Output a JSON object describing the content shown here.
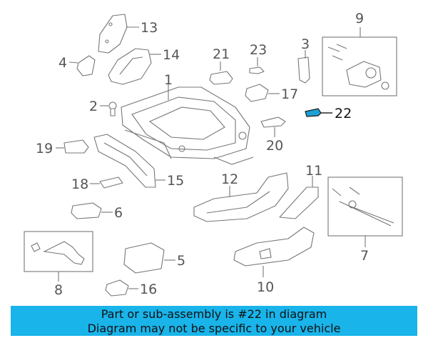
{
  "callouts": {
    "c1": "1",
    "c2": "2",
    "c3": "3",
    "c4": "4",
    "c5": "5",
    "c6": "6",
    "c7": "7",
    "c8": "8",
    "c9": "9",
    "c10": "10",
    "c11": "11",
    "c12": "12",
    "c13": "13",
    "c14": "14",
    "c15": "15",
    "c16": "16",
    "c17": "17",
    "c18": "18",
    "c19": "19",
    "c20": "20",
    "c21": "21",
    "c22": "22",
    "c23": "23"
  },
  "highlight": {
    "callout": "22",
    "color": "#1b9fd6"
  },
  "banner": {
    "line1": "Part or sub-assembly is #22 in diagram",
    "line2": "Diagram may not be specific to your vehicle",
    "background": "#19b4ea"
  }
}
